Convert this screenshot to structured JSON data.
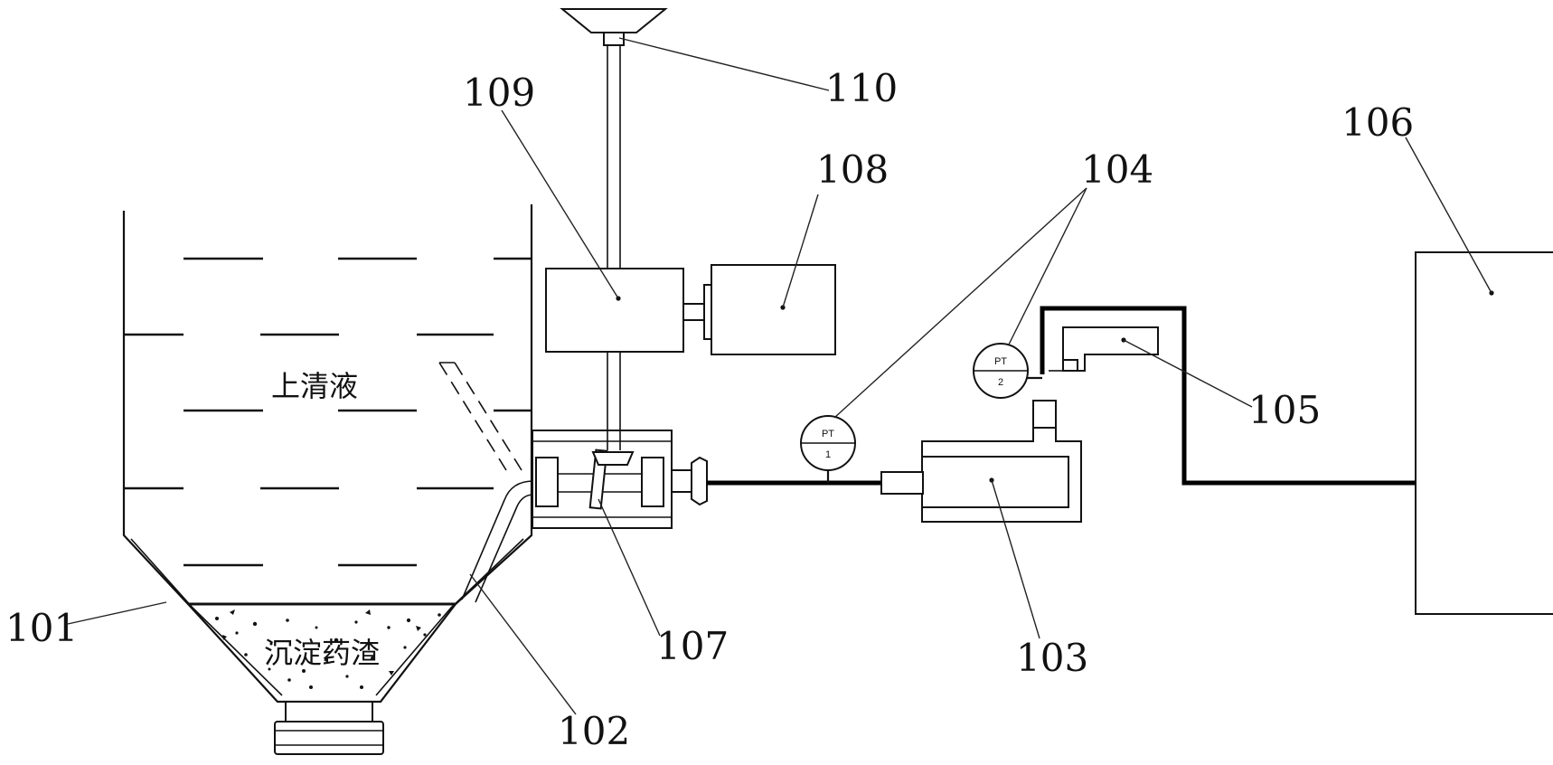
{
  "labels": {
    "settling_tank": "101",
    "suction_pipe": "102",
    "pump": "103",
    "pressure_gauges": "104",
    "component_105": "105",
    "receiver": "106",
    "valve": "107",
    "motor": "108",
    "gearbox": "109",
    "handwheel": "110"
  },
  "text": {
    "supernatant": "上清液",
    "sediment": "沉淀药渣"
  },
  "gauges": [
    {
      "top": "PT",
      "bottom": "1"
    },
    {
      "top": "PT",
      "bottom": "2"
    }
  ]
}
